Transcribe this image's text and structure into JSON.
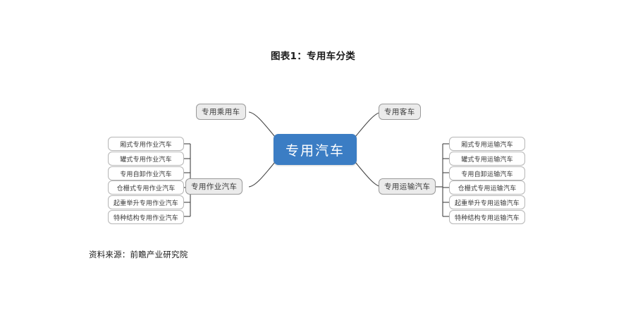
{
  "title": "图表1：专用车分类",
  "source": "资料来源：前瞻产业研究院",
  "colors": {
    "center_node_fill": "#3b7dc4",
    "center_node_text": "#ffffff",
    "branch_node_fill": "#ebebeb",
    "branch_node_border": "#9a9a9a",
    "leaf_border": "#b6b6b6",
    "connector": "#444444",
    "background": "#ffffff",
    "text": "#3a3a3a"
  },
  "diagram": {
    "type": "mind-map",
    "center": {
      "label": "专用汽车"
    },
    "branches": [
      {
        "id": "passenger",
        "label": "专用乘用车",
        "position": "top-left",
        "children": []
      },
      {
        "id": "bus",
        "label": "专用客车",
        "position": "top-right",
        "children": []
      },
      {
        "id": "operation",
        "label": "专用作业汽车",
        "position": "bottom-left",
        "children": [
          "厢式专用作业汽车",
          "罐式专用作业汽车",
          "专用自卸作业汽车",
          "仓栅式专用作业汽车",
          "起重举升专用作业汽车",
          "特种结构专用作业汽车"
        ]
      },
      {
        "id": "transport",
        "label": "专用运输汽车",
        "position": "bottom-right",
        "children": [
          "厢式专用运输汽车",
          "罐式专用运输汽车",
          "专用自卸运输汽车",
          "仓栅式专用运输汽车",
          "起重举升专用运输汽车",
          "特种结构专用运输汽车"
        ]
      }
    ]
  }
}
